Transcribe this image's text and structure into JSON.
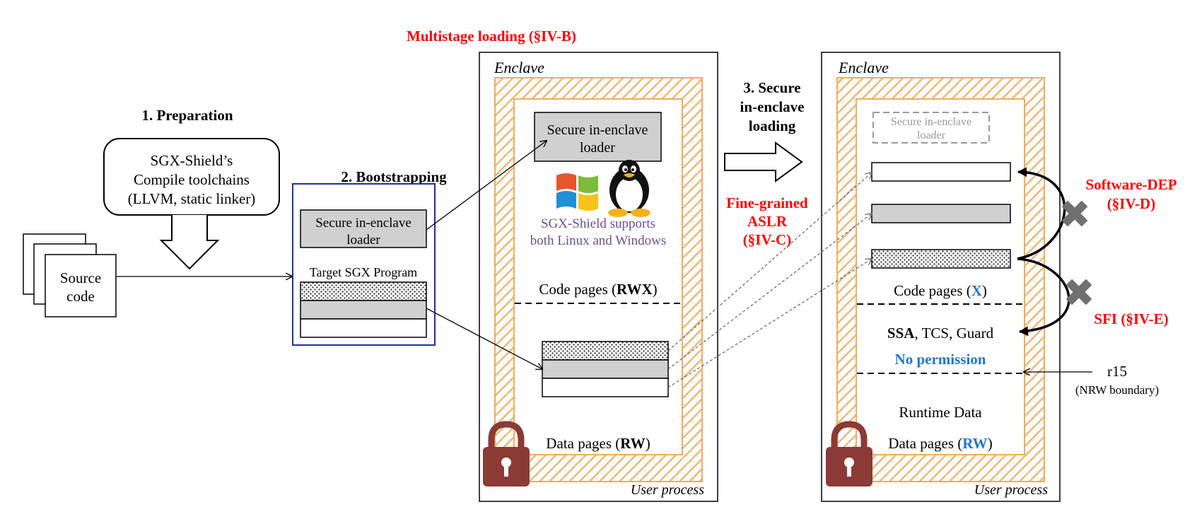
{
  "steps": {
    "preparation": "1. Preparation",
    "bootstrapping": "2. Bootstrapping",
    "secure_loading": [
      "3. Secure",
      "in-enclave",
      "loading"
    ]
  },
  "toolchain": [
    "SGX-Shield’s",
    "Compile toolchains",
    "(LLVM, static linker)"
  ],
  "source_code": [
    "Source",
    "code"
  ],
  "program": {
    "loader": [
      "Secure in-enclave",
      "loader"
    ],
    "target": "Target SGX Program"
  },
  "headline": "Multistage loading (§IV-B)",
  "enclave1": {
    "title": "Enclave",
    "loader": [
      "Secure in-enclave",
      "loader"
    ],
    "support": [
      "SGX-Shield supports",
      "both Linux and Windows"
    ],
    "code_pages": {
      "prefix": "Code pages (",
      "perm": "RWX",
      "suffix": ")"
    },
    "data_pages": {
      "prefix": "Data pages (",
      "perm": "RW",
      "suffix": ")"
    },
    "footer": "User process"
  },
  "aslr": [
    "Fine-grained",
    "ASLR",
    "(§IV-C)"
  ],
  "enclave2": {
    "title": "Enclave",
    "loader": [
      "Secure in-enclave",
      "loader"
    ],
    "code_pages": {
      "prefix": "Code pages (",
      "perm": "X",
      "suffix": ")"
    },
    "ssa": {
      "bold": "SSA",
      "rest": ", TCS, Guard"
    },
    "no_permission": "No permission",
    "runtime": "Runtime Data",
    "data_pages": {
      "prefix": "Data pages (",
      "perm": "RW",
      "suffix": ")"
    },
    "footer": "User process"
  },
  "dep": [
    "Software-DEP",
    "(§IV-D)"
  ],
  "sfi": "SFI  (§IV-E)",
  "r15": {
    "label": "r15",
    "note": "(NRW boundary)"
  },
  "colors": {
    "red": "#ff0000",
    "blue": "#1f77c9",
    "hatch": "#f5a95a",
    "box_blue": "#1f2fa8",
    "gray_fill": "#d0d0d0",
    "lock": "#8b3a36"
  },
  "icons": [
    "windows-logo-icon",
    "tux-penguin-icon",
    "padlock-icon",
    "cross-icon"
  ]
}
